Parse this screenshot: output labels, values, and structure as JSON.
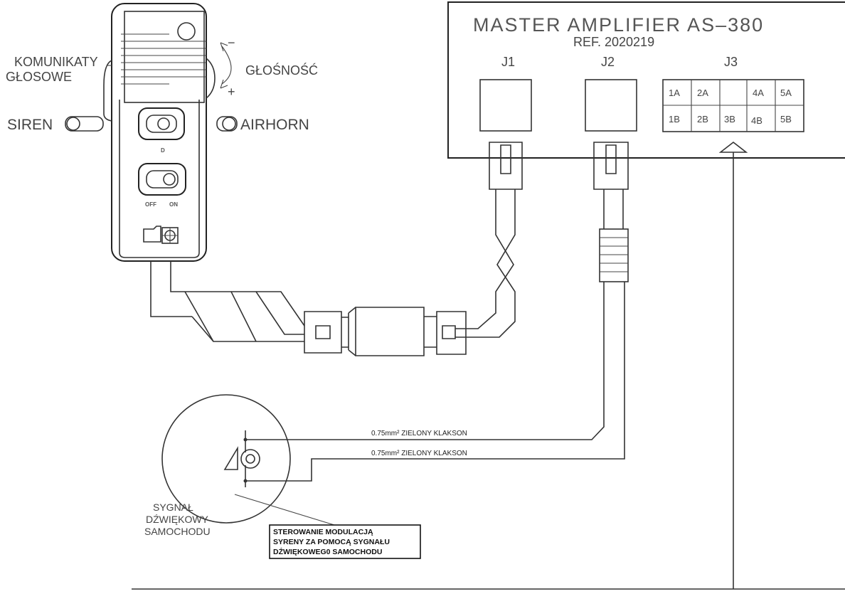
{
  "amplifier": {
    "title": "MASTER AMPLIFIER AS–380",
    "ref": "REF. 2020219",
    "connectors": {
      "j1": "J1",
      "j2": "J2",
      "j3": "J3"
    },
    "pins_top": [
      "1A",
      "2A",
      "4A",
      "5A"
    ],
    "pins_bottom": [
      "1B",
      "2B",
      "3B",
      "4B",
      "5B"
    ]
  },
  "microphone": {
    "voice_label_line1": "KOMUNIKATY",
    "voice_label_line2": "GŁOSOWE",
    "volume_label": "GŁOŚNOŚĆ",
    "minus": "−",
    "plus": "+",
    "siren_label": "SIREN",
    "airhorn_label": "AIRHORN",
    "button_d_label": "D",
    "off_label": "OFF",
    "on_label": "ON"
  },
  "wires": {
    "wire1": "0.75mm²  ZIELONY  KLAKSON",
    "wire2": "0.75mm²  ZIELONY  KLAKSON"
  },
  "horn": {
    "label_line1": "SYGNAŁ",
    "label_line2": "DŹWIĘKOWY",
    "label_line3": "SAMOCHODU"
  },
  "note": {
    "line1": "STEROWANIE MODULACJĄ",
    "line2": "SYRENY ZA POMOCĄ SYGNAŁU",
    "line3": "DŹWIĘKOWEG0 SAMOCHODU"
  }
}
